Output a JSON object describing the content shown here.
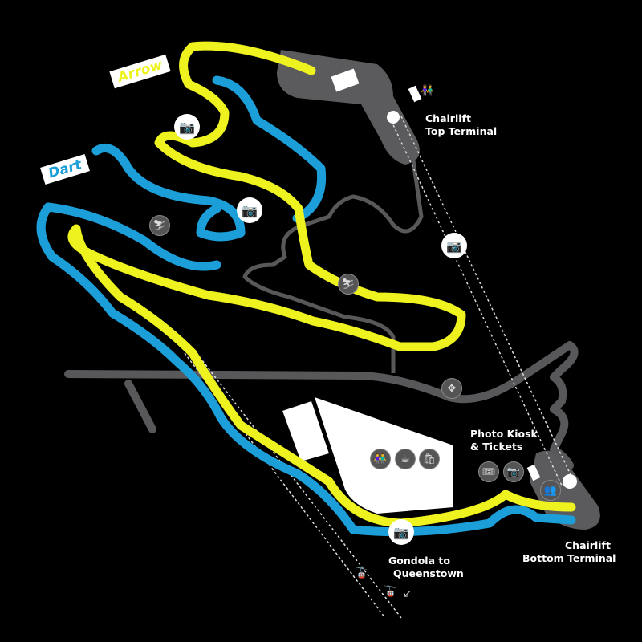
{
  "trails": [
    {
      "name": "Arrow",
      "color": "#eef31f"
    },
    {
      "name": "Dart",
      "color": "#1c9fd9"
    }
  ],
  "labels": {
    "top_terminal": [
      "Chairlift",
      "Top Terminal"
    ],
    "bottom_terminal": [
      "Chairlift",
      "Bottom Terminal"
    ],
    "kiosk": [
      "Photo Kiosk",
      "& Tickets"
    ],
    "gondola": [
      "Gondola to",
      "Queenstown"
    ]
  },
  "colors": {
    "road": "#58585a",
    "terminal": "#5b5b5d",
    "building": "#ffffff"
  }
}
